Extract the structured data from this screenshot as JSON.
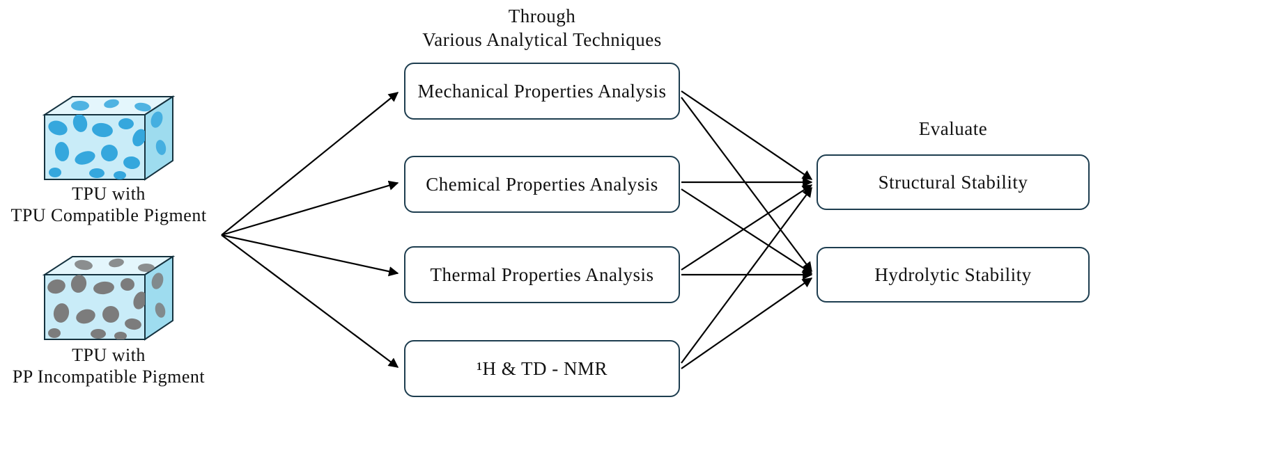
{
  "headings": {
    "center_line1": "Through",
    "center_line2": "Various Analytical Techniques",
    "right": "Evaluate"
  },
  "sources": [
    {
      "label_line1": "TPU with",
      "label_line2": "TPU Compatible Pigment",
      "pigment_color": "#35a7dd"
    },
    {
      "label_line1": "TPU with",
      "label_line2": "PP Incompatible Pigment",
      "pigment_color": "#7c7c7c"
    }
  ],
  "techniques": [
    {
      "label": "Mechanical Properties Analysis"
    },
    {
      "label": "Chemical Properties Analysis"
    },
    {
      "label": "Thermal Properties Analysis"
    },
    {
      "label": "¹H & TD - NMR"
    }
  ],
  "outcomes": [
    {
      "label": "Structural Stability"
    },
    {
      "label": "Hydrolytic Stability"
    }
  ],
  "colors": {
    "box_border": "#1d3d4f",
    "arrow": "#000000",
    "cube_front": "#c9ecf8",
    "cube_top": "#e4f6fc",
    "cube_side": "#9edcef"
  }
}
